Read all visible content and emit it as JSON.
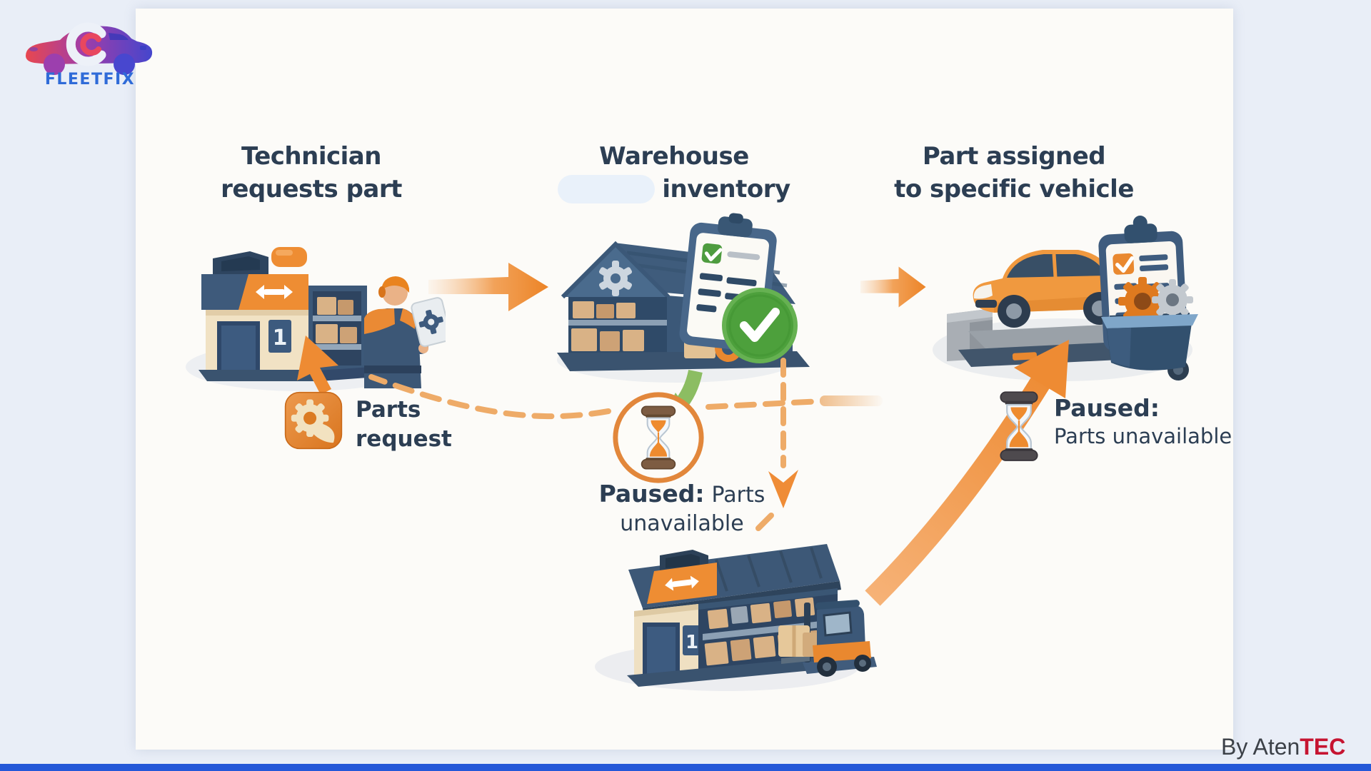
{
  "page": {
    "background_color": "#e9eef7",
    "card_color": "#fcfbf8",
    "bottom_bar_color": "#2458d8"
  },
  "brand": {
    "logo_text": "FLEETFIX",
    "logo_text_color": "#2f6bd8",
    "logo_gradient": [
      "#e8474f",
      "#a13da8",
      "#4546cd"
    ]
  },
  "diagram": {
    "steps": [
      {
        "title_line1": "Technician",
        "title_line2": "requests part"
      },
      {
        "title_line1": "Warehouse",
        "title_line2": "inventory",
        "title_line2_has_redacted_word": true
      },
      {
        "title_line1": "Part assigned",
        "title_line2": "to specific vehicle"
      }
    ],
    "annotations": {
      "parts_request": {
        "line1": "Parts",
        "line2": "request"
      },
      "paused_center": {
        "label_bold": "Paused:",
        "label_rest": "Parts",
        "line2": "unavailable"
      },
      "paused_right": {
        "label_bold": "Paused:",
        "line2": "Parts unavailable"
      }
    }
  },
  "illustrations": {
    "depot_number": "1",
    "warehouse_number": "1"
  },
  "colors": {
    "title_text": "#2c3e53",
    "arrow_orange": "#ee8b33",
    "dashed_orange": "#eeab68",
    "success_green": "#4da03c",
    "pause_ring": "#e2873b",
    "redacted_pill": "#e9f1fa"
  },
  "footer": {
    "byline_prefix": "By Aten",
    "byline_brand": "TEC",
    "brand_color": "#c61431"
  }
}
